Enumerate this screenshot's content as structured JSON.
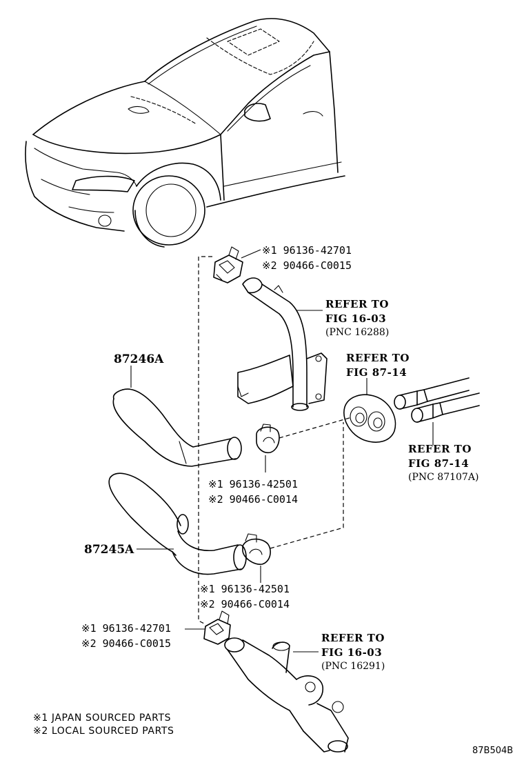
{
  "parts": {
    "upper_clip": {
      "jp": "※1 96136-42701",
      "local": "※2 90466-C0015"
    },
    "hose_a": "87246A",
    "hose_b": "87245A",
    "clamp_a": {
      "jp": "※1 96136-42501",
      "local": "※2 90466-C0014"
    },
    "clamp_b": {
      "jp": "※1 96136-42501",
      "local": "※2 90466-C0014"
    },
    "lower_clip": {
      "jp": "※1 96136-42701",
      "local": "※2 90466-C0015"
    }
  },
  "refs": {
    "upper_pipe": {
      "l1": "REFER TO",
      "l2": "FIG 16-03",
      "l3": "(PNC 16288)"
    },
    "grommet": {
      "l1": "REFER TO",
      "l2": "FIG 87-14"
    },
    "heater_pipes": {
      "l1": "REFER TO",
      "l2": "FIG 87-14",
      "l3": "(PNC 87107A)"
    },
    "lower_pipe": {
      "l1": "REFER TO",
      "l2": "FIG 16-03",
      "l3": "(PNC 16291)"
    }
  },
  "footnotes": {
    "note1": "※1 JAPAN SOURCED PARTS",
    "note2": "※2 LOCAL SOURCED PARTS"
  },
  "figure_id": "87B504B"
}
